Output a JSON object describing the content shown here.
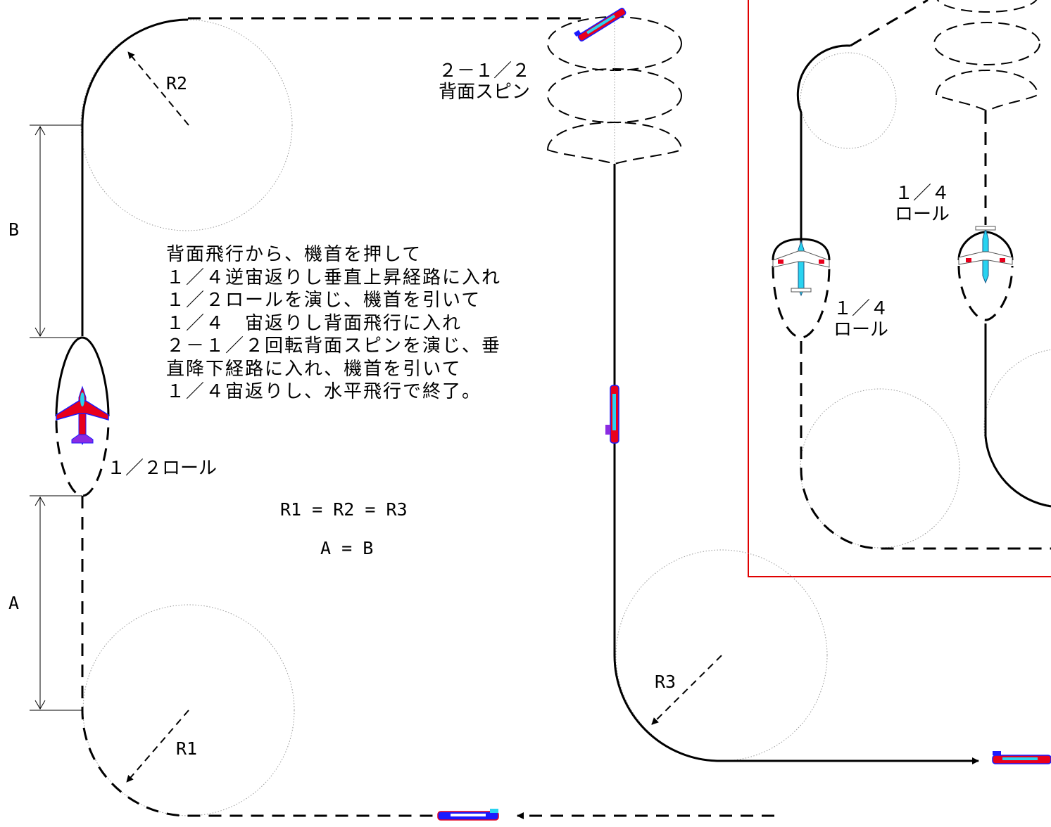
{
  "labels": {
    "spin": [
      "２－１／２",
      "背面スピン"
    ],
    "half_roll": "１／２ロール",
    "quarter_roll_left": [
      "１／４",
      "ロール"
    ],
    "quarter_roll_top": [
      "１／４",
      "ロール"
    ],
    "r1": "R1",
    "r2": "R2",
    "r3": "R3",
    "a": "A",
    "b": "B",
    "eq1": "R1 = R2 = R3",
    "eq2": "A = B"
  },
  "description": [
    "背面飛行から、機首を押して",
    " １／４逆宙返りし垂直上昇経路に入れ",
    " １／２ロールを演じ、機首を引いて",
    " １／４　宙返りし背面飛行に入れ",
    " ２－１／２回転背面スピンを演じ、垂",
    "直降下経路に入れ、機首を引いて",
    " １／４宙返りし、水平飛行で終了。"
  ],
  "colors": {
    "path": "#000000",
    "frame": "#e00000",
    "plane_body": "#e8001c",
    "plane_accent": "#1a1aff",
    "plane_canopy": "#29d3f0"
  }
}
